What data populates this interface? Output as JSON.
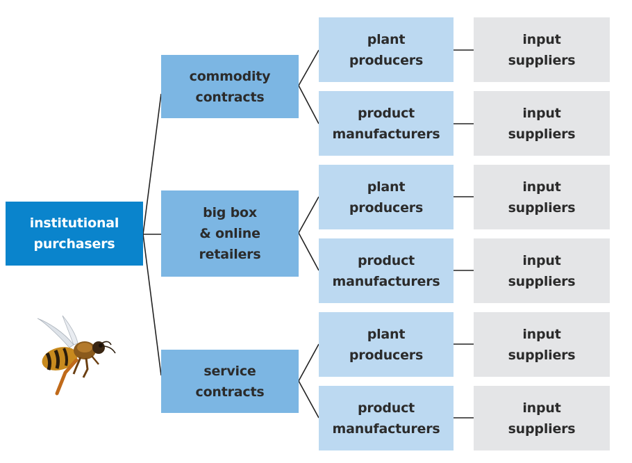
{
  "root": {
    "label": "institutional\npurchasers"
  },
  "channels": [
    {
      "label": "commodity\ncontracts"
    },
    {
      "label": "big box\n& online\nretailers"
    },
    {
      "label": "service\ncontracts"
    }
  ],
  "producers": [
    {
      "label": "plant\nproducers"
    },
    {
      "label": "product\nmanufacturers"
    },
    {
      "label": "plant\nproducers"
    },
    {
      "label": "product\nmanufacturers"
    },
    {
      "label": "plant\nproducers"
    },
    {
      "label": "product\nmanufacturers"
    }
  ],
  "suppliers": [
    {
      "label": "input\nsuppliers"
    },
    {
      "label": "input\nsuppliers"
    },
    {
      "label": "input\nsuppliers"
    },
    {
      "label": "input\nsuppliers"
    },
    {
      "label": "input\nsuppliers"
    },
    {
      "label": "input\nsuppliers"
    }
  ],
  "colors": {
    "root": "#0a84cc",
    "channel": "#7cb6e3",
    "producer": "#bcd9f1",
    "supplier": "#e4e5e7",
    "connector": "#222222"
  },
  "illustration": {
    "icon": "bee-icon"
  }
}
